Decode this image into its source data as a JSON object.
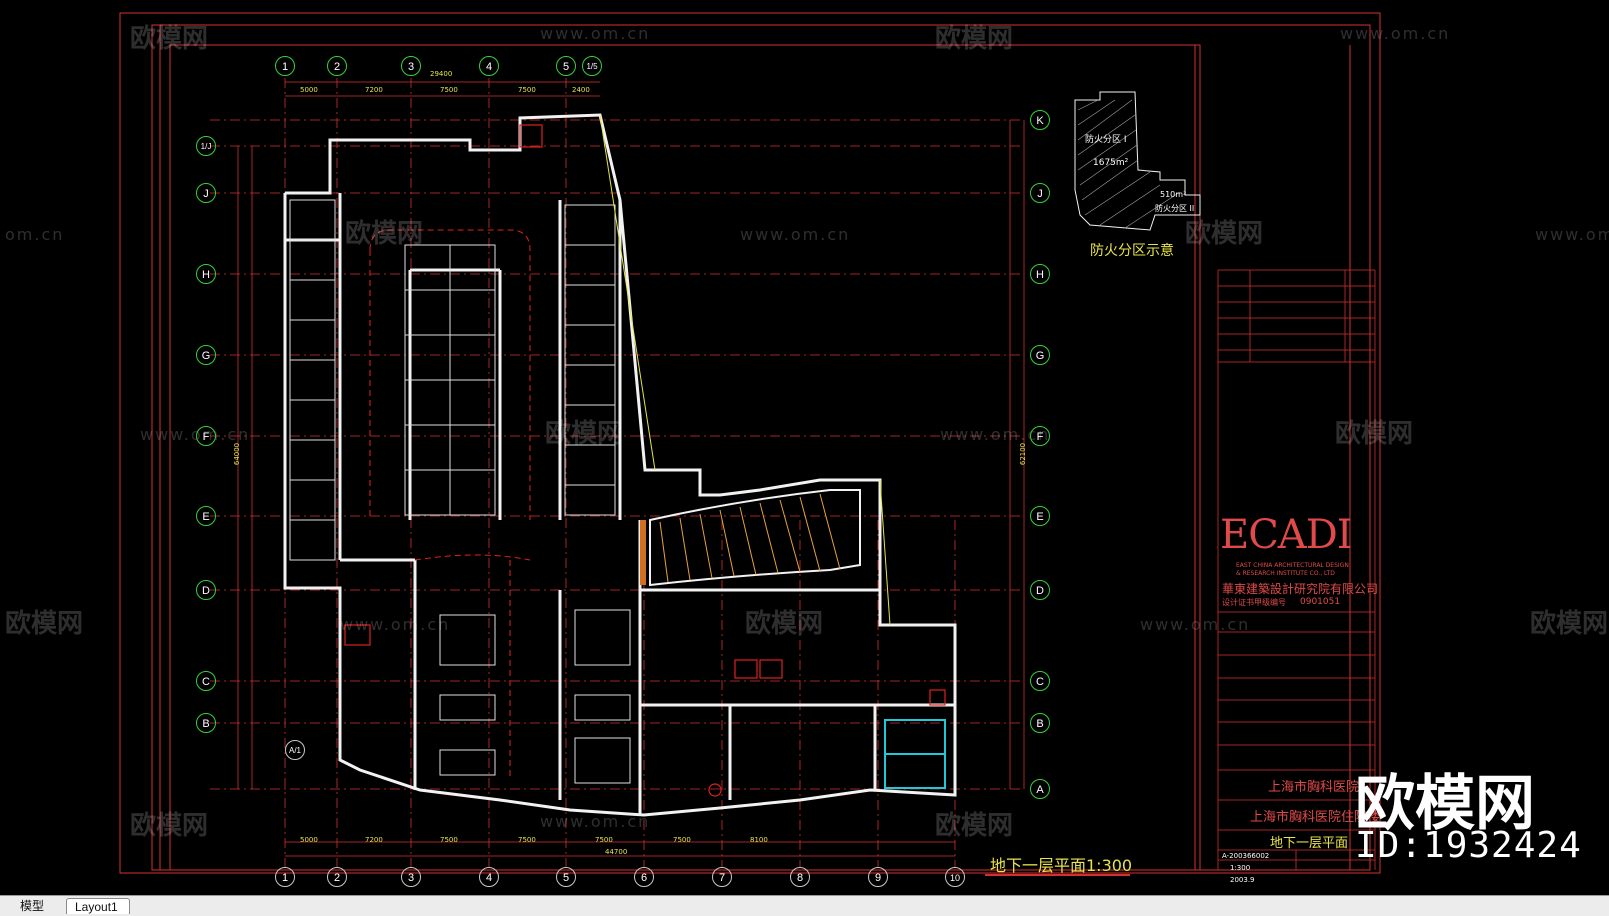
{
  "tabs": {
    "model": "模型",
    "layout": "Layout1"
  },
  "colors": {
    "background": "#000000",
    "red": "#e02020",
    "white": "#f2f2f2",
    "yellow": "#e8e44a",
    "green": "#34d23a",
    "cyan": "#20c8d8"
  },
  "watermarks": {
    "cn": "欧模网",
    "url": "www.om.cn",
    "url_short": "om.cn"
  },
  "brand": {
    "logo": "欧模网",
    "id": "ID:1932424"
  },
  "axes": {
    "top": [
      "1",
      "2",
      "3",
      "4",
      "5",
      "1/5"
    ],
    "bottom": [
      "1",
      "2",
      "3",
      "4",
      "5",
      "6",
      "7",
      "8",
      "9",
      "10"
    ],
    "left": [
      "1/J",
      "J",
      "H",
      "G",
      "F",
      "E",
      "D",
      "C",
      "B"
    ],
    "right": [
      "K",
      "J",
      "H",
      "G",
      "F",
      "E",
      "D",
      "C",
      "B",
      "A"
    ],
    "extra": "A/1"
  },
  "dimensions": {
    "top_total": "29400",
    "top": [
      "5000",
      "7200",
      "7500",
      "7500",
      "2400"
    ],
    "bottom_total": "44700",
    "bottom": [
      "5000",
      "7200",
      "7500",
      "7500",
      "7500",
      "7500",
      "8100"
    ],
    "left_total": "64000",
    "right_total": "62100"
  },
  "fire_zone": {
    "title": "防火分区示意",
    "zone1": "防火分区 I",
    "area1": "1675m²",
    "zone2": "防火分区 II",
    "area2": "510m²"
  },
  "title_block": {
    "ecadi": "ECADI",
    "company_en1": "EAST CHINA ARCHITECTURAL DESIGN",
    "company_en2": "& RESEARCH INSTITUTE CO., LTD",
    "company_cn": "華東建築設計研究院有限公司",
    "cert": "设计证书甲级编号",
    "cert_no": "0901051",
    "client": "上海市胸科医院",
    "project": "上海市胸科医院住院楼",
    "drawing_title": "地下一层平面",
    "drawing_no": "A-200366002",
    "scale": "1:300",
    "date": "2003.9"
  },
  "plan_title": "地下一层平面1:300"
}
